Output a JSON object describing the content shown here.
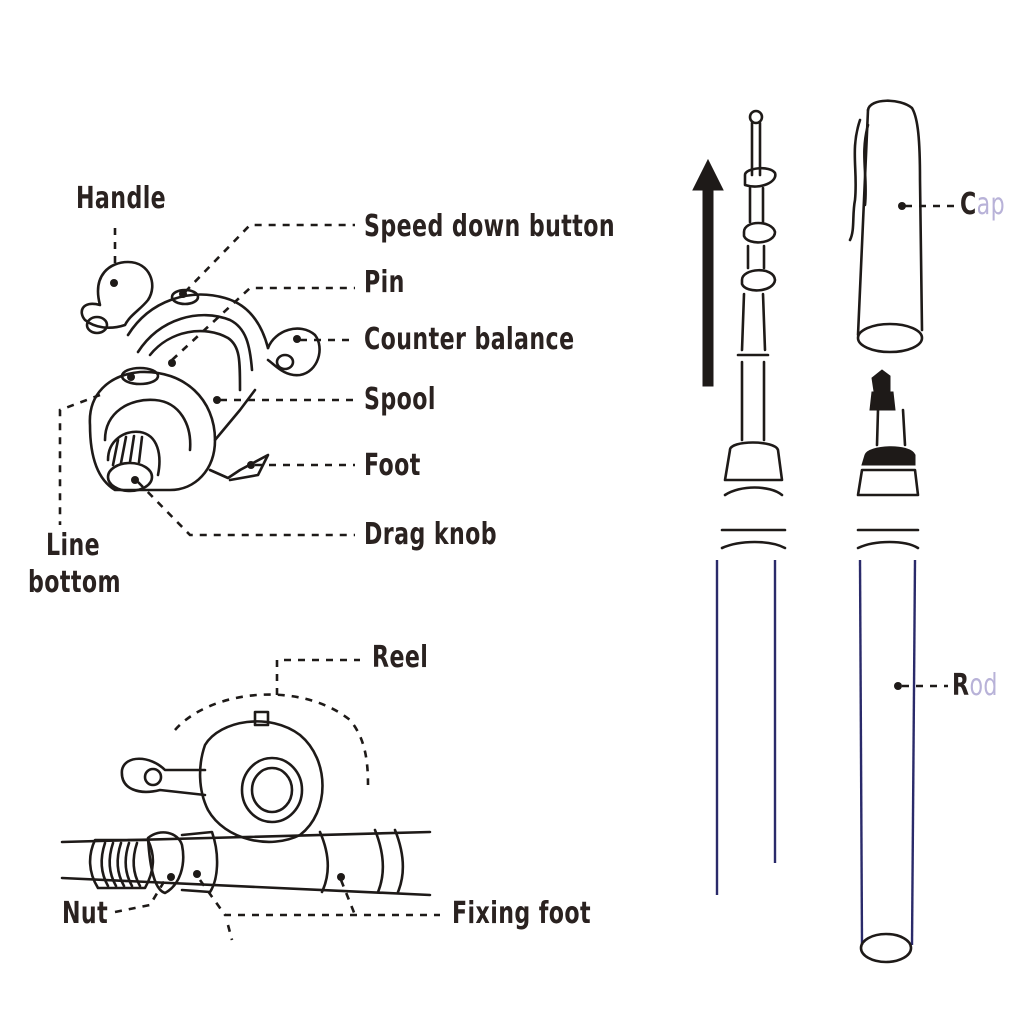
{
  "reel_parts": {
    "handle": "Handle",
    "speed_down_button": "Speed down button",
    "pin": "Pin",
    "counter_balance": "Counter balance",
    "spool": "Spool",
    "foot": "Foot",
    "drag_knob": "Drag knob",
    "line_bottom_1": "Line",
    "line_bottom_2": "bottom"
  },
  "assembly": {
    "reel": "Reel",
    "nut": "Nut",
    "fixing_foot": "Fixing foot"
  },
  "rod_parts": {
    "cap_initial": "C",
    "cap_rest": "ap",
    "rod_initial": "R",
    "rod_rest": "od"
  },
  "colors": {
    "ink": "#1e1a18",
    "faded_label": "#b8b2d8",
    "background": "#ffffff"
  }
}
